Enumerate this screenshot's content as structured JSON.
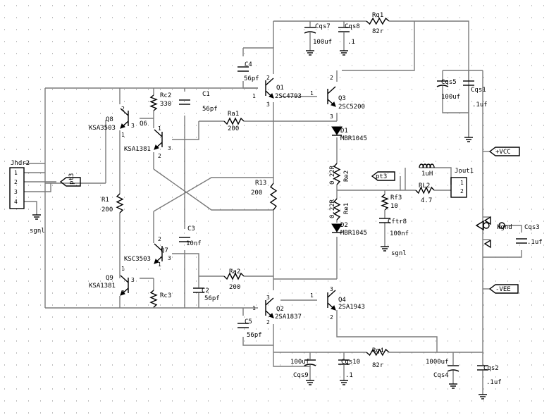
{
  "connectors": {
    "jhdr2": {
      "ref": "Jhdr2",
      "pins": [
        "1",
        "2",
        "3",
        "4"
      ],
      "gnd": "sgnl"
    },
    "jout1": {
      "ref": "Jout1",
      "pins": [
        "1",
        "2"
      ]
    }
  },
  "ports": {
    "pt3_left": "pt3",
    "pt3_right": "pt3",
    "vcc": "+VCC",
    "vee": "-VEE"
  },
  "ground_labels": {
    "wgnd": "Wgnd",
    "sgnl_cftr": "sgnl"
  },
  "resistors": [
    {
      "id": "rq1",
      "ref": "Rq1",
      "value": "82r"
    },
    {
      "id": "rq4",
      "ref": "Rq4",
      "value": "82r"
    },
    {
      "id": "rc2",
      "ref": "Rc2",
      "value": "330"
    },
    {
      "id": "rc3",
      "ref": "Rc3",
      "value": ""
    },
    {
      "id": "ra1",
      "ref": "Ra1",
      "value": "200"
    },
    {
      "id": "ra2",
      "ref": "Ra2",
      "value": "200"
    },
    {
      "id": "r1",
      "ref": "R1",
      "value": "200"
    },
    {
      "id": "r13",
      "ref": "R13",
      "value": "200"
    },
    {
      "id": "re1",
      "ref": "Re1",
      "value": "0.22R"
    },
    {
      "id": "re2",
      "ref": "Re2",
      "value": "0.22R"
    },
    {
      "id": "rf3",
      "ref": "Rf3",
      "value": "10"
    },
    {
      "id": "rl2",
      "ref": "RL2",
      "value": "4.7"
    }
  ],
  "capacitors": [
    {
      "id": "cqs7",
      "ref": "Cqs7",
      "value": "100uf"
    },
    {
      "id": "cqs8",
      "ref": "Cqs8",
      "value": ".1"
    },
    {
      "id": "cqs5",
      "ref": "Cqs5",
      "value": "100uf"
    },
    {
      "id": "cqs1",
      "ref": "Cqs1",
      "value": ".1uf"
    },
    {
      "id": "c4",
      "ref": "C4",
      "value": "56pf"
    },
    {
      "id": "c1",
      "ref": "C1",
      "value": "56pf"
    },
    {
      "id": "c3",
      "ref": "C3",
      "value": "10nf"
    },
    {
      "id": "c2",
      "ref": "C2",
      "value": "56pf"
    },
    {
      "id": "c5",
      "ref": "C5",
      "value": "56pf"
    },
    {
      "id": "cftr8",
      "ref": "Cftr8",
      "value": "100nf"
    },
    {
      "id": "cqs3",
      "ref": "Cqs3",
      "value": ".1uf"
    },
    {
      "id": "cqs9",
      "ref": "Cqs9",
      "value": "100uf"
    },
    {
      "id": "cqs10",
      "ref": "Cqs10",
      "value": ".1"
    },
    {
      "id": "cqs4",
      "ref": "Cqs4",
      "value": "1000uf"
    },
    {
      "id": "cqs2",
      "ref": "Cqs2",
      "value": ".1uf"
    }
  ],
  "inductor": {
    "ref": "",
    "value": "1uH"
  },
  "transistors": [
    {
      "id": "q1",
      "ref": "Q1",
      "part": "2SC4793",
      "pins": [
        "1",
        "2",
        "3"
      ]
    },
    {
      "id": "q2",
      "ref": "Q2",
      "part": "2SA1837",
      "pins": [
        "1",
        "2",
        "3"
      ]
    },
    {
      "id": "q3",
      "ref": "Q3",
      "part": "2SC5200",
      "pins": [
        "1",
        "2",
        "3"
      ]
    },
    {
      "id": "q4",
      "ref": "Q4",
      "part": "2SA1943",
      "pins": [
        "1",
        "2",
        "3"
      ]
    },
    {
      "id": "q6",
      "ref": "Q6",
      "part": "KSA1381",
      "pins": [
        "1",
        "2",
        "3"
      ]
    },
    {
      "id": "q7",
      "ref": "Q7",
      "part": "KSC3503",
      "pins": [
        "1",
        "2",
        "3"
      ]
    },
    {
      "id": "q8",
      "ref": "Q8",
      "part": "KSA3503",
      "pins": [
        "1",
        "2",
        "3"
      ]
    },
    {
      "id": "q9",
      "ref": "Q9",
      "part": "KSA1381",
      "pins": [
        "1",
        "2",
        "3"
      ]
    }
  ],
  "diodes": [
    {
      "id": "d1",
      "ref": "D1",
      "part": "MBR1045"
    },
    {
      "id": "d2",
      "ref": "D2",
      "part": "MBR1045"
    }
  ],
  "colors": {
    "wire": "#7a7a7a",
    "symbol": "#000000",
    "grid_dot": "#9a9a9a",
    "background": "#ffffff"
  }
}
